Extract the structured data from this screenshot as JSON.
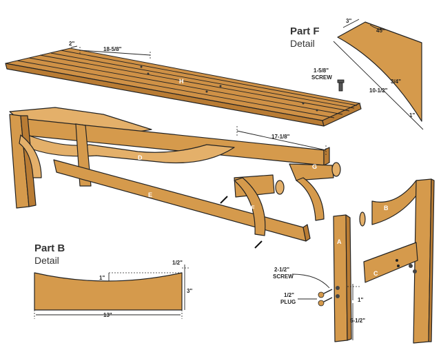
{
  "bench": {
    "parts": {
      "h": "H",
      "d": "D",
      "e": "E",
      "f": "F",
      "g": "G",
      "a": "A",
      "b": "B",
      "c": "C"
    },
    "dims": {
      "slat_gap": "2\"",
      "slat_span": "18-5/8\"",
      "rail_span": "17-1/8\""
    },
    "screw_top": "1-5/8\"\nSCREW"
  },
  "part_f_detail": {
    "title": "Part F",
    "subtitle": "Detail",
    "dim_top": "3\"",
    "angle": "45°",
    "dim_width": "3/4\"",
    "dim_length": "10-1/2\"",
    "dim_end": "1\""
  },
  "part_b_detail": {
    "title": "Part B",
    "subtitle": "Detail",
    "dim_depth": "1\"",
    "dim_top_edge": "1/2\"",
    "dim_height": "3\"",
    "dim_length": "13\""
  },
  "leg_detail": {
    "screw_label": "2-1/2\"\nSCREW",
    "plug_label": "1/2\"\nPLUG",
    "dim_inset": "1\"",
    "dim_spacing": "5-1/2\""
  }
}
